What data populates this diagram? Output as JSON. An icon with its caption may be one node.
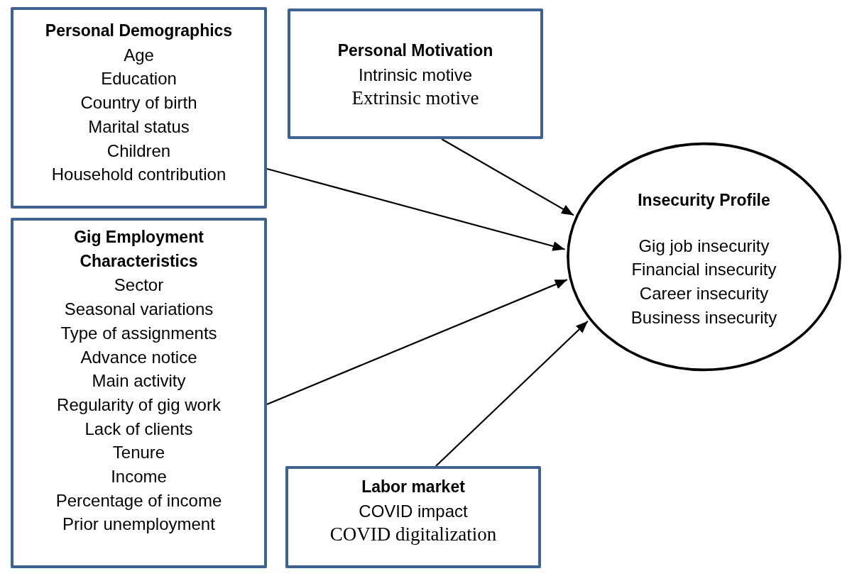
{
  "diagram": {
    "nodes": [
      {
        "text": [
          "Personal Demographics",
          "Age",
          "Education",
          "Country of birth",
          "Marital status",
          "Children",
          "Household contribution"
        ]
      },
      {
        "text": [
          "Personal Motivation",
          "Intrinsic motive",
          "Extrinsic motive"
        ]
      },
      {
        "text": [
          "Gig Employment Characteristics",
          "Sector",
          "Seasonal variations",
          "Type of assignments",
          "Advance notice",
          "Main activity",
          "Regularity of gig work",
          "Lack of clients",
          "Tenure",
          "Income",
          "Percentage of income",
          "Prior unemployment"
        ]
      },
      {
        "text": [
          "Labor market",
          "COVID impact",
          "COVID digitalization"
        ]
      },
      {
        "text": [
          "Insecurity Profile",
          "Gig job insecurity",
          "Financial insecurity",
          "Career insecurity",
          "Business insecurity"
        ]
      }
    ],
    "edges": [
      {
        "from": 0,
        "to": 4,
        "arrow": "to"
      },
      {
        "from": 1,
        "to": 4,
        "arrow": "to"
      },
      {
        "from": 2,
        "to": 4,
        "arrow": "to"
      },
      {
        "from": 3,
        "to": 4,
        "arrow": "to"
      }
    ]
  }
}
